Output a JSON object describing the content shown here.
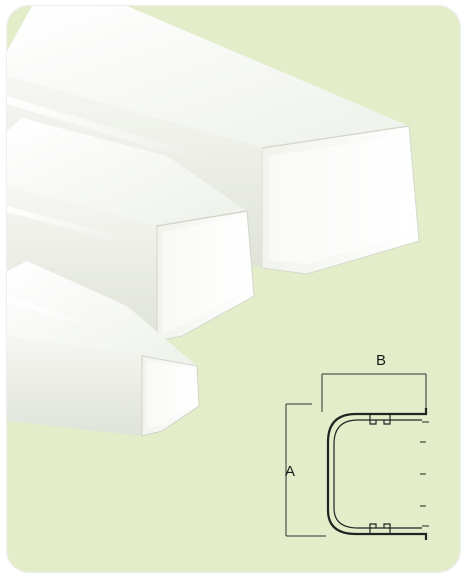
{
  "diagram": {
    "dimension_a": "A",
    "dimension_b": "B"
  },
  "colors": {
    "background": "#e3edc9",
    "duct": "#f7f8f4",
    "line": "#222222"
  },
  "icons": {
    "product": "duct-cover-photo",
    "profile": "duct-cross-section-drawing"
  }
}
